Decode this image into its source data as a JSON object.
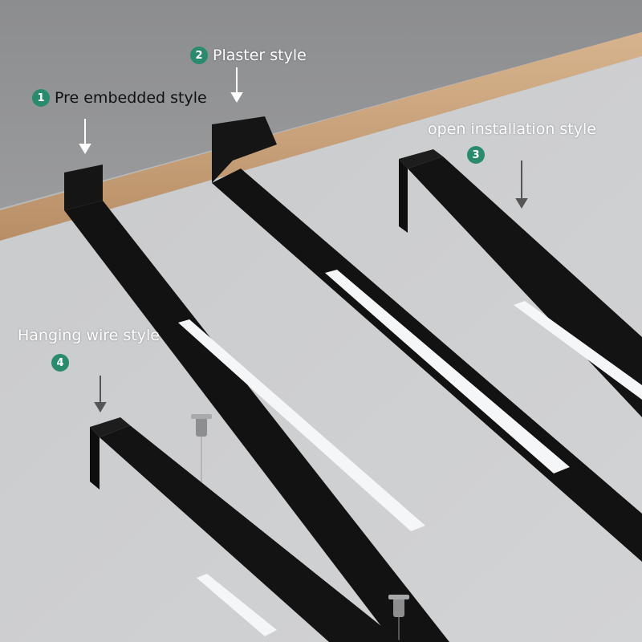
{
  "colors": {
    "badge": "#2a8a6e",
    "ceiling_dark": "#8e8f91",
    "ceiling_light": "#c6c7c9",
    "wood": "#c9a27c",
    "fixture": "#161616",
    "diffuser": "#f7f8fa"
  },
  "callouts": [
    {
      "number": "1",
      "label": "Pre embedded style"
    },
    {
      "number": "2",
      "label": "Plaster style"
    },
    {
      "number": "3",
      "label": "open installation style"
    },
    {
      "number": "4",
      "label": "Hanging wire style"
    }
  ]
}
